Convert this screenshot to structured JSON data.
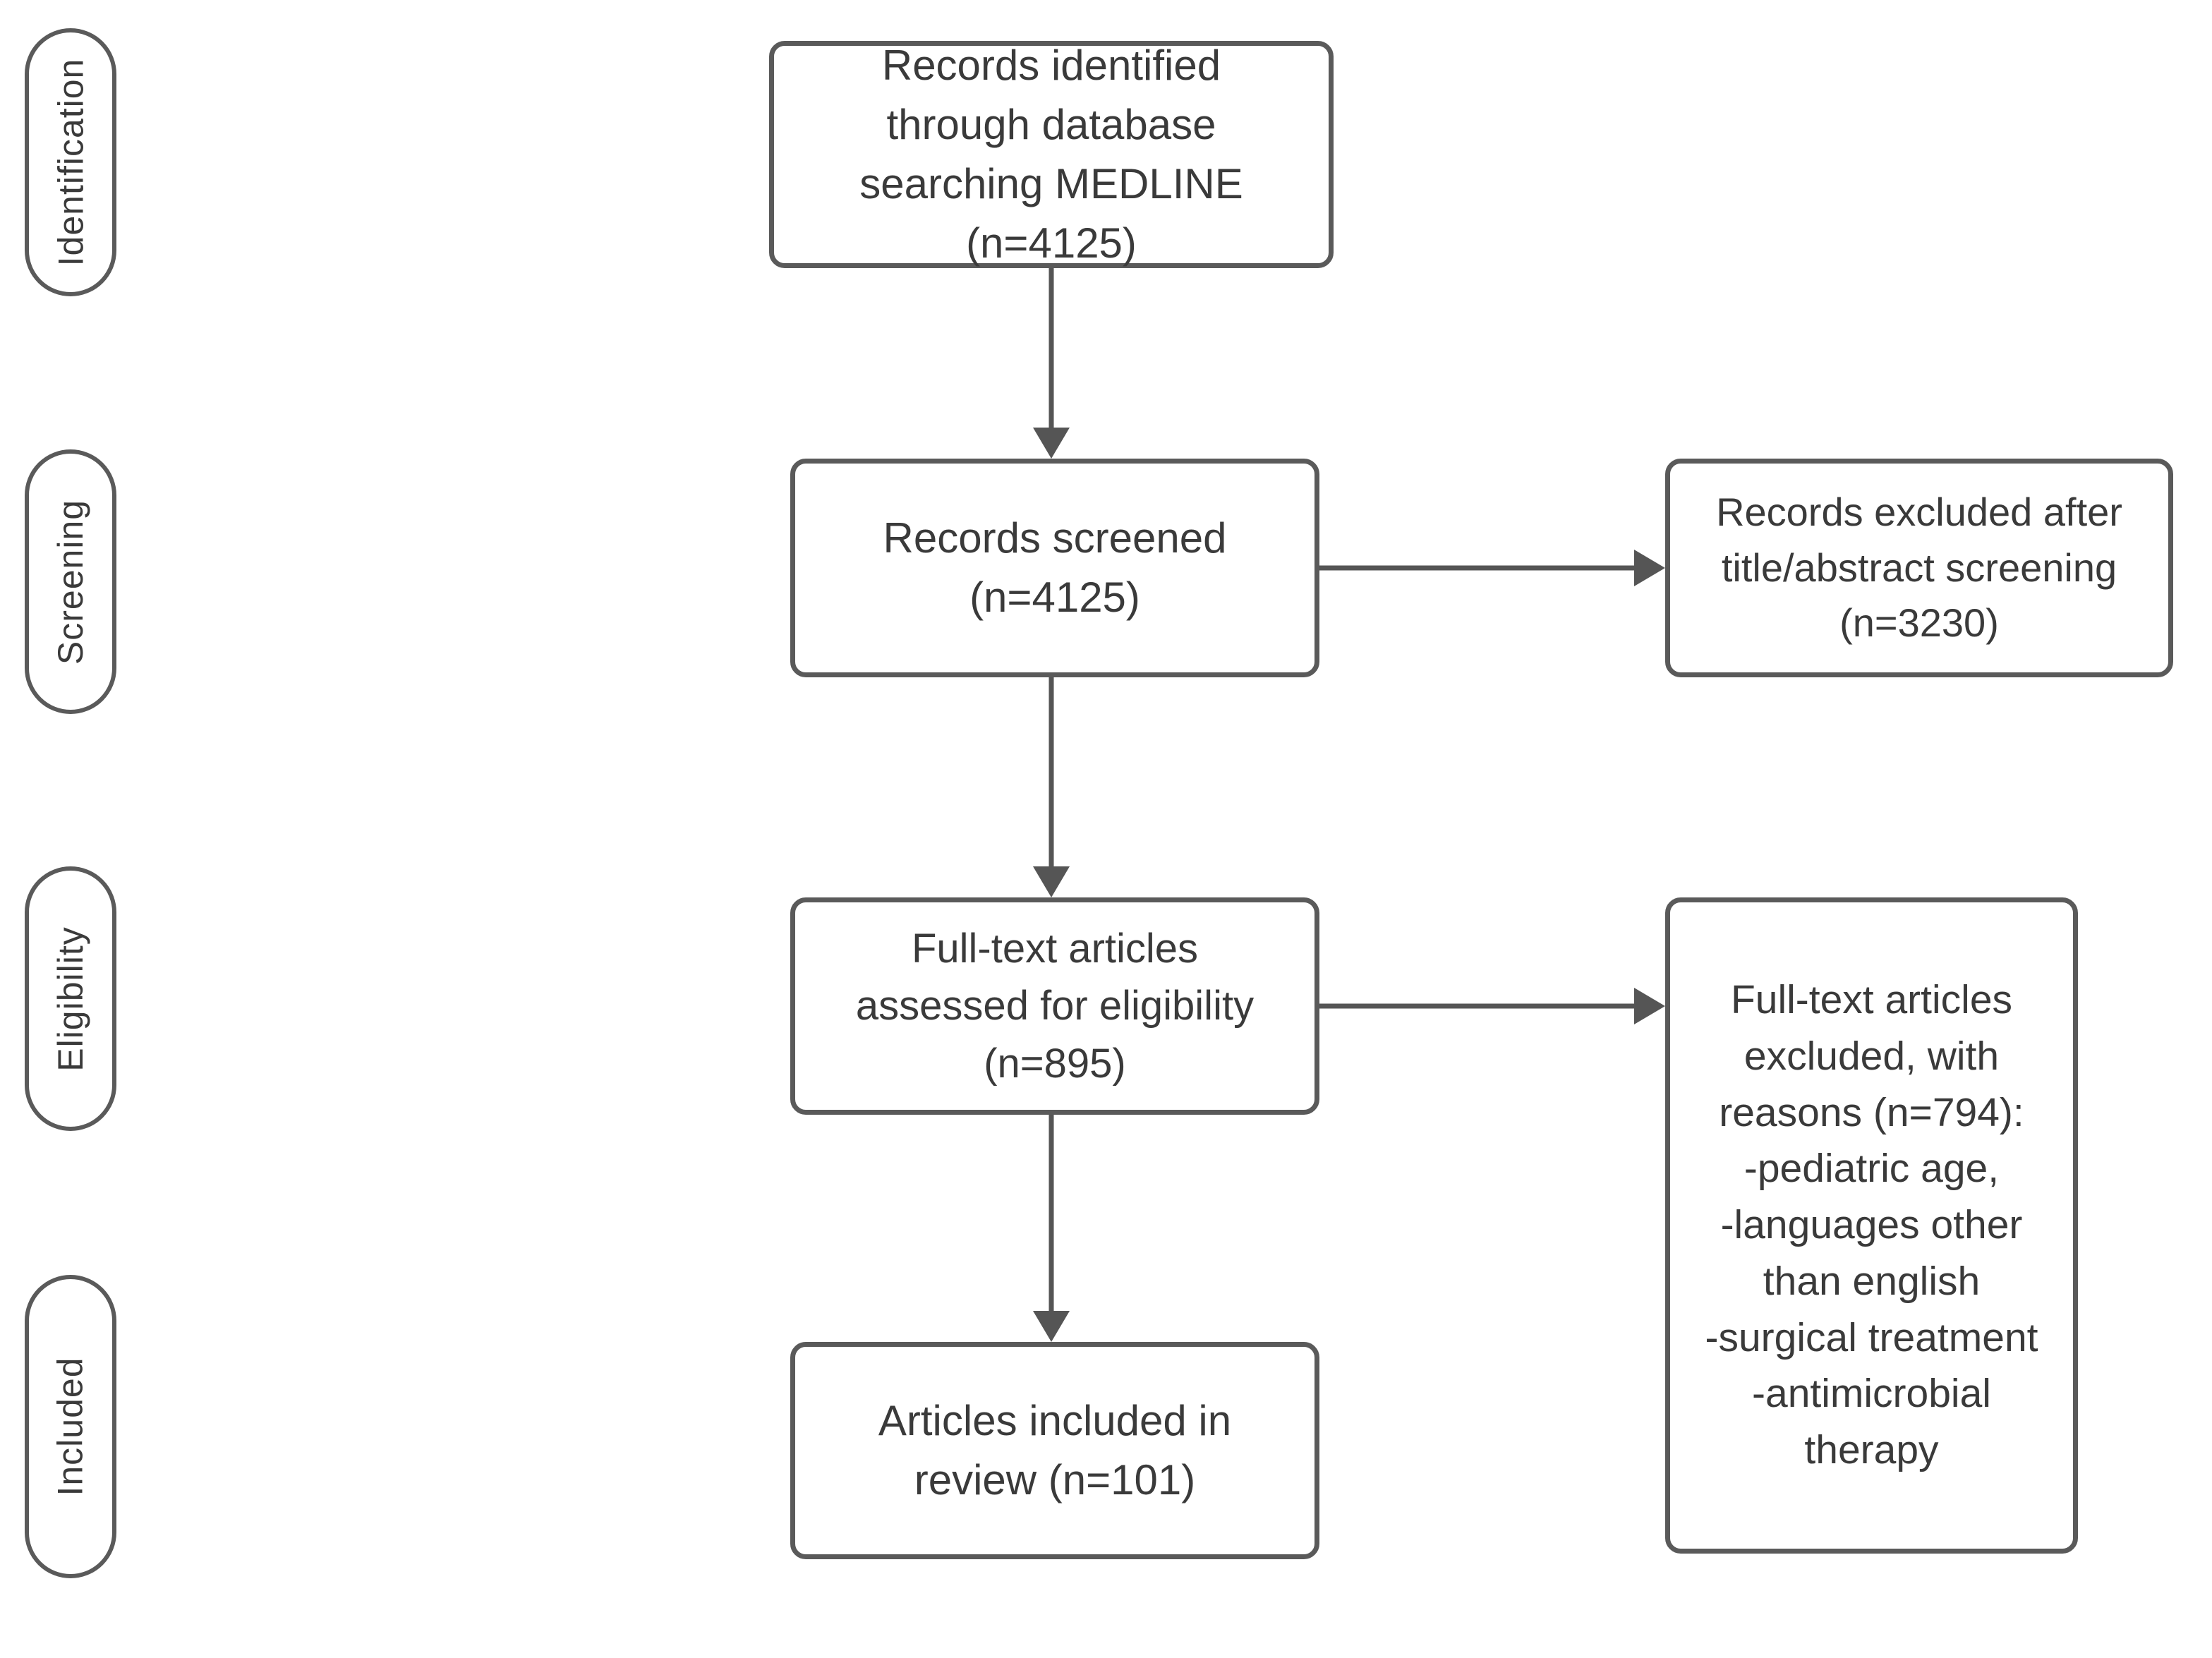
{
  "diagram": {
    "colors": {
      "box_border": "#5a5a5a",
      "arrow": "#555555",
      "text": "#3a3a3a",
      "background": "#ffffff"
    },
    "stages": [
      {
        "label": "Identification"
      },
      {
        "label": "Screening"
      },
      {
        "label": "Eligibility"
      },
      {
        "label": "Included"
      }
    ],
    "nodes": {
      "identified": {
        "text": "Records identified\nthrough database\nsearching MEDLINE\n(n=4125)"
      },
      "screened": {
        "text": "Records screened\n(n=4125)"
      },
      "fulltext_assessed": {
        "text": "Full-text articles\nassessed for eligibility\n(n=895)"
      },
      "included": {
        "text": "Articles included in\nreview (n=101)"
      },
      "excluded_screening": {
        "text": "Records excluded after\ntitle/abstract screening\n(n=3230)"
      },
      "excluded_fulltext": {
        "text": "Full-text articles\nexcluded, with\nreasons (n=794):\n-pediatric age,\n-languages other\nthan english\n-surgical treatment\n-antimicrobial\ntherapy"
      }
    }
  }
}
